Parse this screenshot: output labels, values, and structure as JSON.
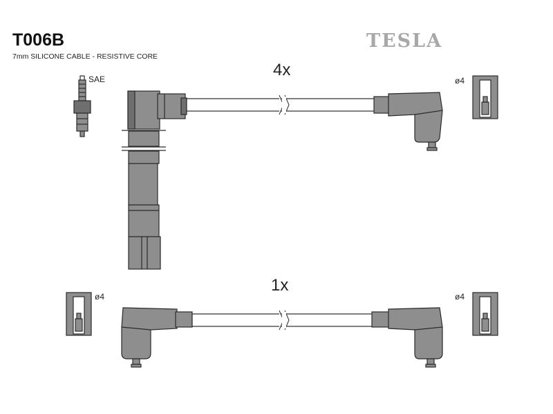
{
  "header": {
    "part_number": "T006B",
    "description": "7mm SILICONE CABLE - RESISTIVE CORE",
    "brand_logo": "TESLA"
  },
  "upper_set": {
    "quantity": "4x",
    "spark_plug_label": "SAE",
    "terminal_label": "ø4"
  },
  "lower_set": {
    "quantity": "1x",
    "left_terminal_label": "ø4",
    "right_terminal_label": "ø4"
  },
  "colors": {
    "part_fill": "#8e8e8e",
    "part_stroke": "#2a2a2a",
    "cable_fill": "#ffffff",
    "logo": "#a8a8a8"
  }
}
